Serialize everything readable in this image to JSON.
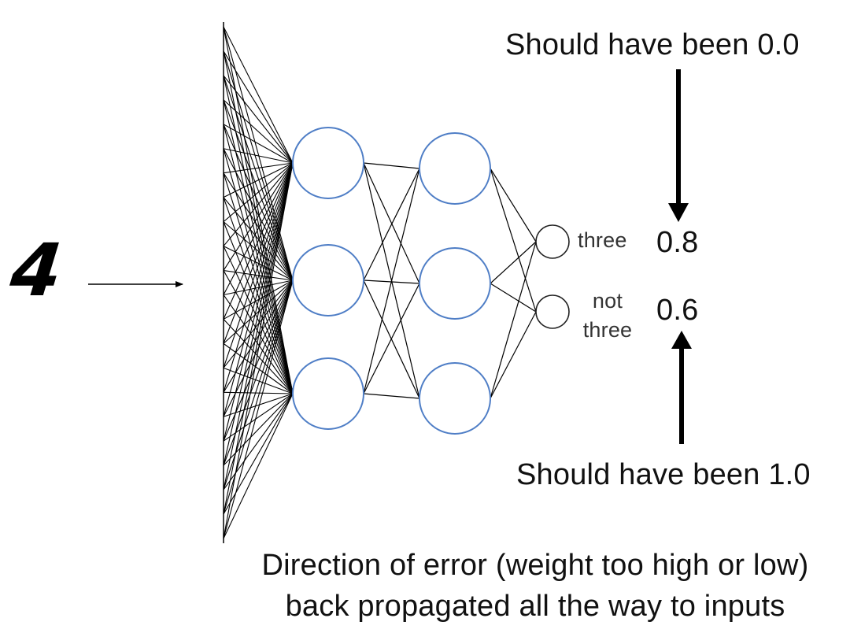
{
  "input": {
    "digit": "4"
  },
  "outputs": [
    {
      "label": "three",
      "value": "0.8"
    },
    {
      "label_line1": "not",
      "label_line2": "three",
      "value": "0.6"
    }
  ],
  "annotations": {
    "top_note": "Should have been 0.0",
    "bottom_note": "Should have been 1.0"
  },
  "caption": {
    "line1": "Direction of error (weight too high or low)",
    "line2": "back propagated all the way to inputs"
  },
  "network": {
    "input_fan_lines": 22,
    "hidden_layers": [
      3,
      3
    ],
    "output_nodes": 2
  },
  "colors": {
    "node_stroke": "#4f7ec6",
    "edge": "#000000",
    "text": "#111111"
  }
}
